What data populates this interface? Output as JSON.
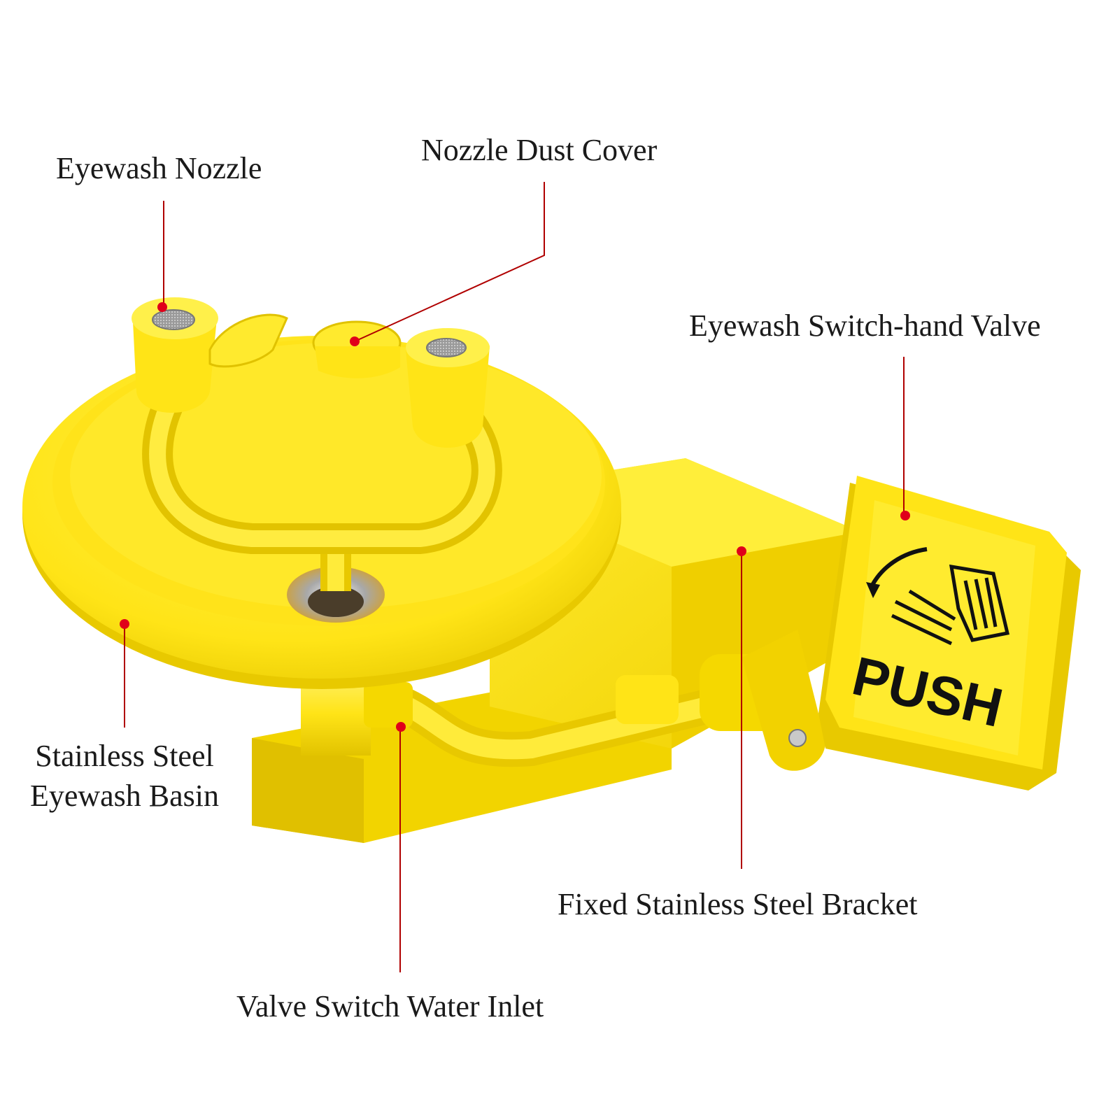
{
  "colors": {
    "product_yellow": "#FFE417",
    "product_yellow_dark": "#E8C800",
    "leader_line": "#B00000",
    "leader_dot": "#E0001A",
    "sign_ink": "#111111"
  },
  "labels": {
    "eyewash_nozzle": "Eyewash Nozzle",
    "nozzle_dust_cover": "Nozzle Dust Cover",
    "switch_hand_valve": "Eyewash Switch-hand Valve",
    "basin_line1": "Stainless Steel",
    "basin_line2": "Eyewash Basin",
    "bracket": "Fixed Stainless Steel Bracket",
    "water_inlet": "Valve Switch Water Inlet"
  },
  "sign": {
    "text": "PUSH",
    "icons": [
      "hand-push-icon",
      "curved-arrow-icon"
    ]
  }
}
